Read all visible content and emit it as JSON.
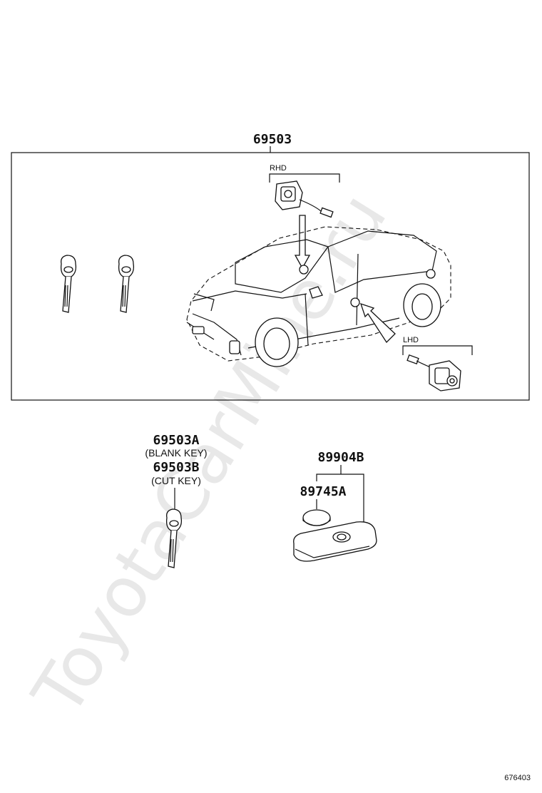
{
  "watermark": "ToyotaCarMine.ru",
  "assembly": {
    "part_number": "69503"
  },
  "variants": {
    "rhd_label": "RHD",
    "lhd_label": "LHD"
  },
  "key_parts": {
    "blank_key_number": "69503A",
    "blank_key_desc": "(BLANK KEY)",
    "cut_key_number": "69503B",
    "cut_key_desc": "(CUT KEY)"
  },
  "transmitter": {
    "housing_number": "89904B",
    "battery_number": "89745A"
  },
  "figure_id": "676403"
}
